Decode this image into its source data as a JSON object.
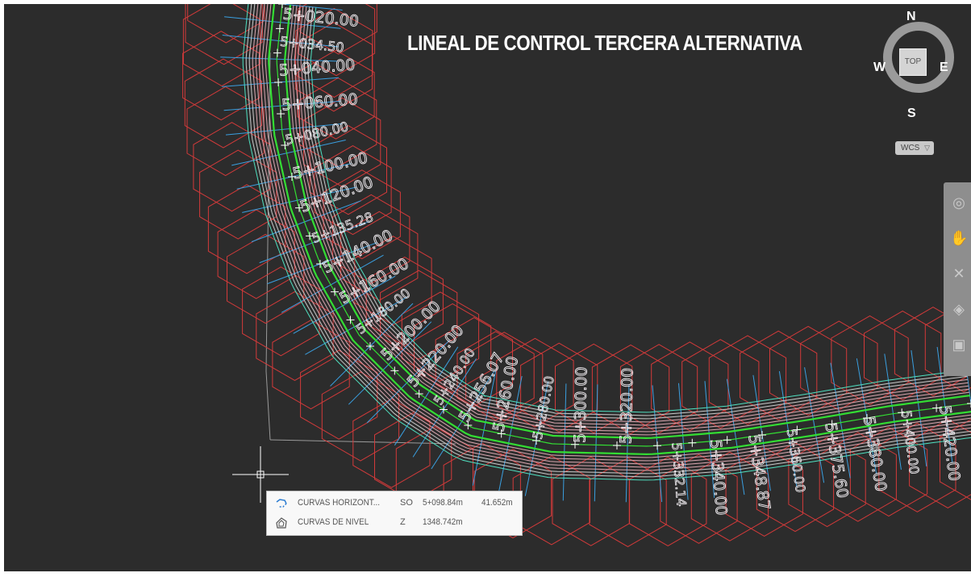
{
  "title": "LINEAL DE CONTROL TERCERA ALTERNATIVA",
  "viewcube": {
    "face": "TOP",
    "north": "N",
    "south": "S",
    "west": "W",
    "east": "E",
    "ucs": "WCS"
  },
  "navbar": {
    "icons": [
      "steering-wheel-icon",
      "pan-hand-icon",
      "zoom-icon",
      "orbit-icon",
      "showmotion-icon"
    ]
  },
  "station_labels": [
    "5+020.00",
    "5+034.50",
    "5+040.00",
    "5+060.00",
    "5+080.00",
    "5+100.00",
    "5+120.00",
    "5+135.28",
    "5+140.00",
    "5+160.00",
    "5+180.00",
    "5+200.00",
    "5+220.00",
    "5+240.00",
    "5+256.07",
    "5+260.00",
    "5+280.00",
    "5+300.00",
    "5+320.00",
    "5+332.14",
    "5+340.00",
    "5+348.87",
    "5+360.00",
    "5+375.60",
    "5+380.00",
    "5+400.00",
    "5+420.00"
  ],
  "tooltip": {
    "rows": [
      {
        "name": "CURVAS HORIZONT...",
        "key": "SO",
        "value": "5+098.84m",
        "value2": "41.652m",
        "icon": "polyline-icon"
      },
      {
        "name": "CURVAS DE NIVEL",
        "key": "Z",
        "value": "1348.742m",
        "value2": "",
        "icon": "contour-icon"
      }
    ]
  },
  "colors": {
    "background": "#2c2c2c",
    "hexagon_red": "#d33a3a",
    "alignment_green": "#33dd33",
    "section_blue": "#3a9fe0",
    "road_edges": "#d9a7b0",
    "label_text": "#f2eef2"
  }
}
